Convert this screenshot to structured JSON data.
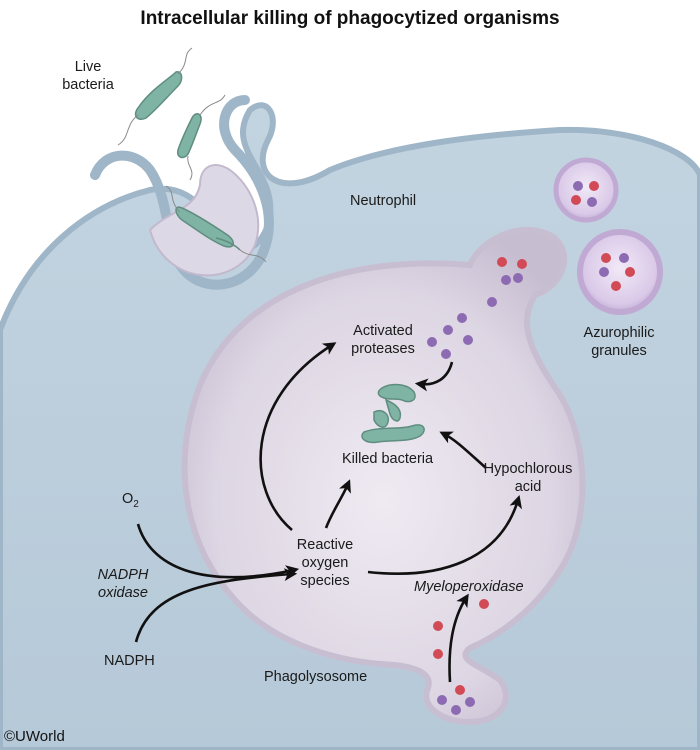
{
  "title": "Intracellular killing of phagocytized organisms",
  "labels": {
    "live_bacteria": [
      "Live",
      "bacteria"
    ],
    "neutrophil": "Neutrophil",
    "azurophilic_granules": [
      "Azurophilic",
      "granules"
    ],
    "activated_proteases": [
      "Activated",
      "proteases"
    ],
    "killed_bacteria": "Killed bacteria",
    "hypochlorous_acid": [
      "Hypochlorous",
      "acid"
    ],
    "reactive_oxygen_species": [
      "Reactive",
      "oxygen",
      "species"
    ],
    "o2": "O",
    "o2_subscript": "2",
    "nadph_oxidase": [
      "NADPH",
      "oxidase"
    ],
    "nadph": "NADPH",
    "myeloperoxidase": "Myeloperoxidase",
    "phagolysosome": "Phagolysosome"
  },
  "copyright": "©UWorld",
  "colors": {
    "cell_fill": "#bccfdd",
    "cell_edge": "#9fb6c8",
    "phagolysosome_fill": "#e3dde7",
    "phagolysosome_edge": "#c9bfd1",
    "granule_fill": "#d9c6e6",
    "granule_edge": "#bba4cf",
    "bacteria": "#7fb3a4",
    "red_dot": "#d14a55",
    "purple_dot": "#8d6bb3",
    "arrow": "#111111"
  }
}
